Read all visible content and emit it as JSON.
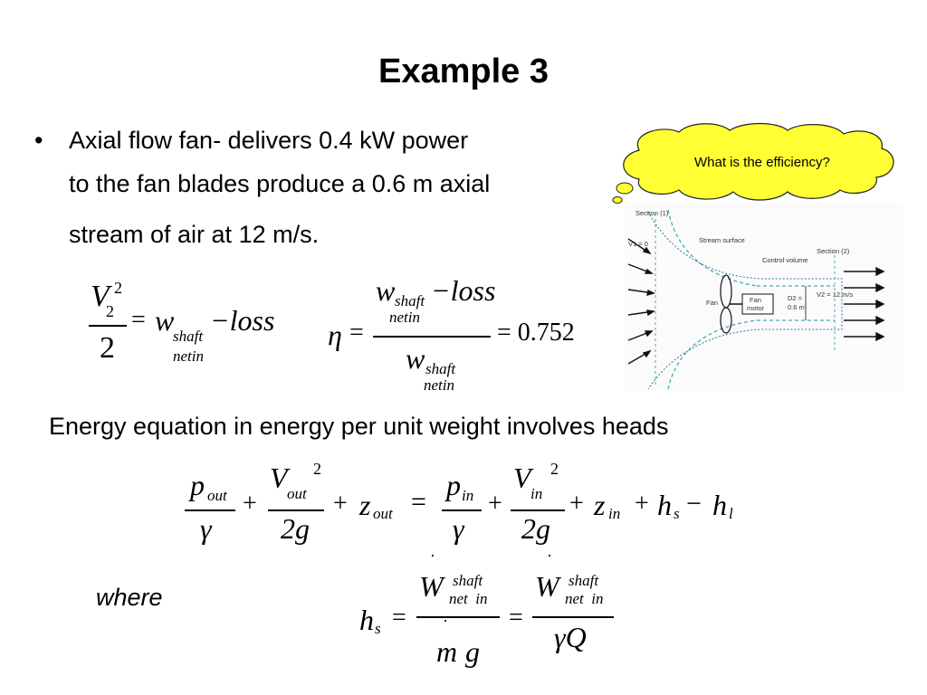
{
  "slide": {
    "title": "Example 3",
    "bullet_symbol": "•",
    "bullet_lines": [
      "Axial flow fan- delivers 0.4 kW power",
      "to the fan blades produce a 0.6 m axial",
      "stream of air at 12 m/s."
    ],
    "energy_heading": "Energy equation in energy per unit weight involves heads",
    "where_label": "where"
  },
  "figure": {
    "question": "What is the efficiency?",
    "labels": {
      "section1": "Section (1)",
      "v1": "V1 = 0",
      "stream_surface": "Stream surface",
      "control_volume": "Control volume",
      "section2": "Section (2)",
      "fan": "Fan",
      "fan_motor_top": "Fan",
      "fan_motor_bottom": "motor",
      "d2": "D2 =",
      "d2_value": "0.6 m",
      "v2": "V2 = 12 m/s"
    }
  },
  "equations": {
    "eq1": {
      "V": "V",
      "two_sub": "2",
      "sq": "2",
      "den": "2",
      "equals": "=",
      "w": "w",
      "sub1": "shaft",
      "sub2": "netin",
      "minus_loss": "−loss"
    },
    "eq2": {
      "eta": "η",
      "equals": "=",
      "w": "w",
      "sub1": "shaft",
      "sub2": "netin",
      "minus_loss": "−loss",
      "result": "= 0.752"
    },
    "eq3": {
      "p_out": "p",
      "out": "out",
      "gamma": "γ",
      "plus": "+",
      "V": "V",
      "sq": "2",
      "two_g": "2g",
      "z": "z",
      "equals": "=",
      "p_in": "p",
      "in": "in",
      "minus": "−",
      "h_s": "h",
      "s": "s",
      "h_l": "h",
      "l": "l"
    },
    "eq4": {
      "h": "h",
      "s": "s",
      "equals": "=",
      "W": "W",
      "shaft": "shaft",
      "net_in": "net  in",
      "m": "m",
      "g": "g",
      "gammaQ": "γQ",
      "dot": "·"
    }
  }
}
